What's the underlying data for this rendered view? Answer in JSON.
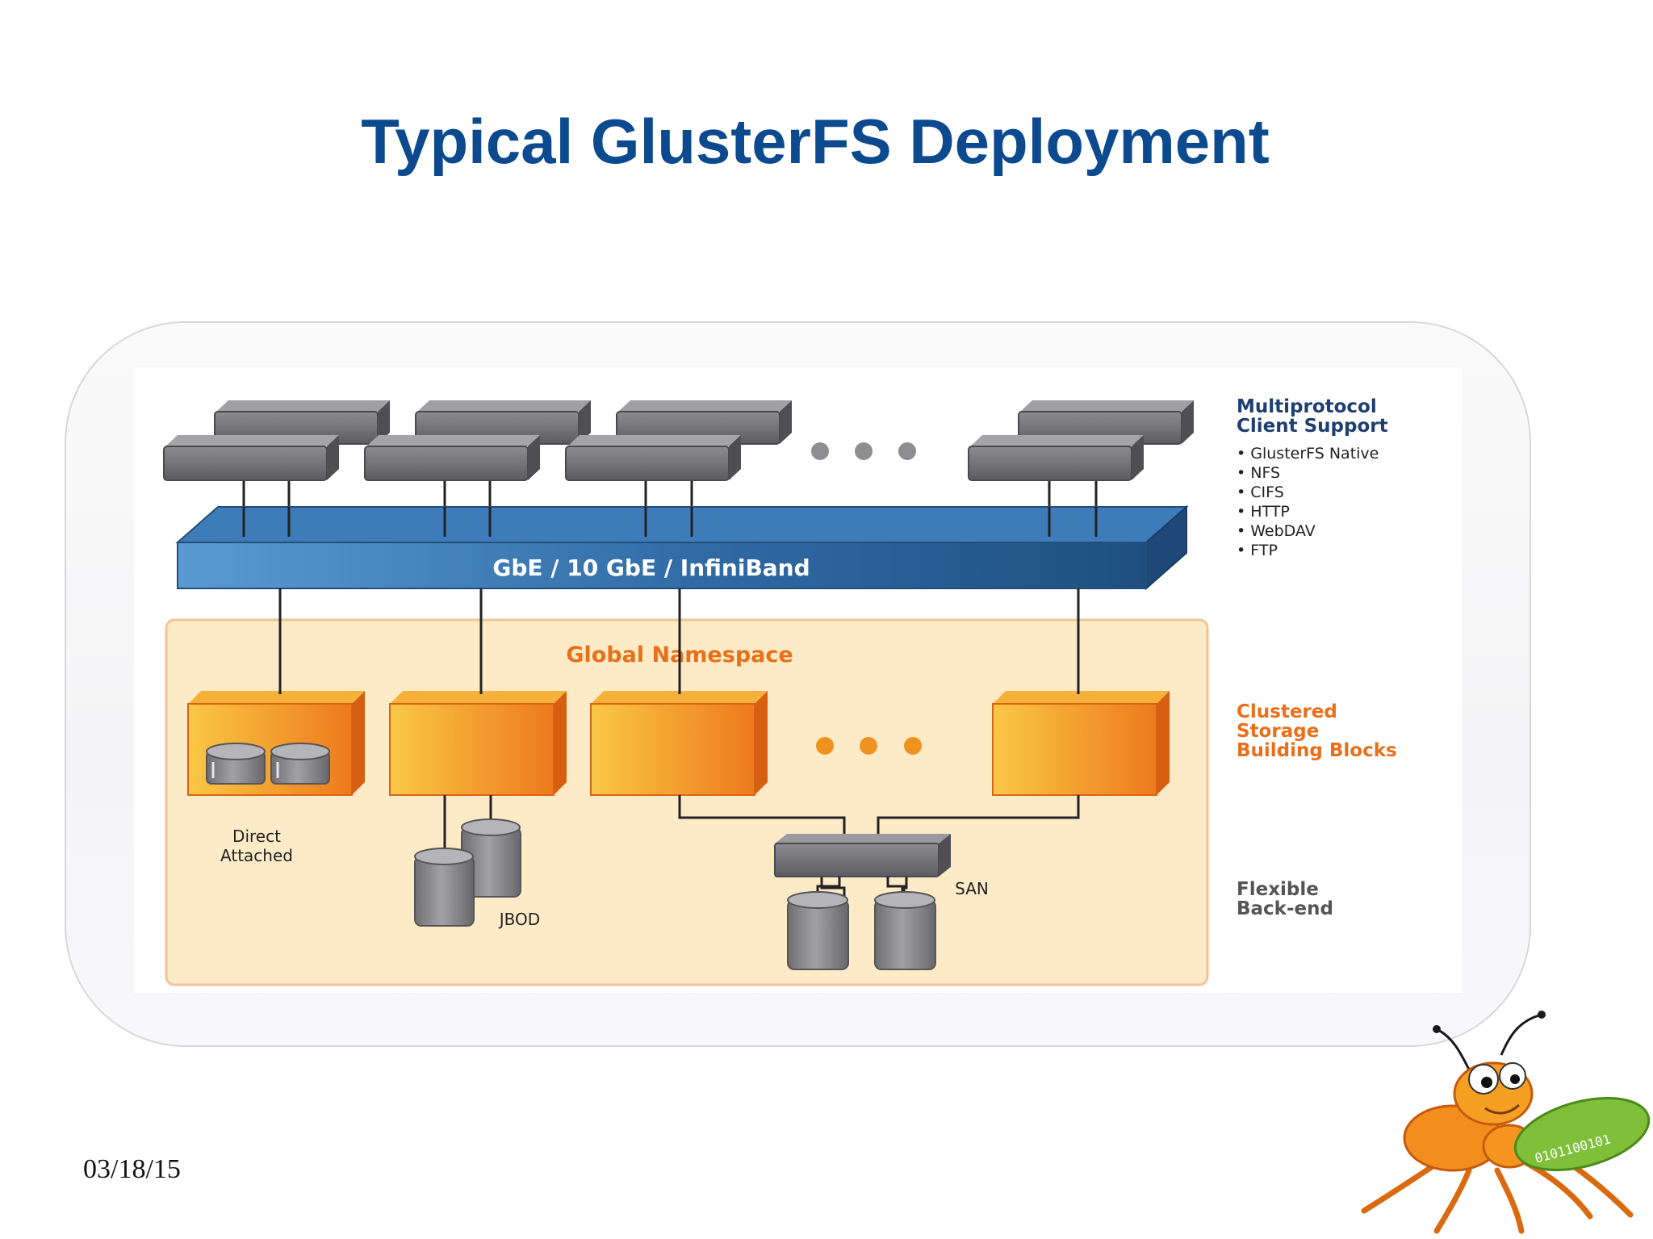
{
  "slide": {
    "title": "Typical GlusterFS Deployment",
    "date": "03/18/15"
  },
  "diagram": {
    "network_label": "GbE / 10 GbE / InfiniBand",
    "namespace_label": "Global Namespace",
    "right_labels": {
      "client_support_line1": "Multiprotocol",
      "client_support_line2": "Client Support",
      "protocols": [
        "GlusterFS Native",
        "NFS",
        "CIFS",
        "HTTP",
        "WebDAV",
        "FTP"
      ],
      "storage_line1": "Clustered",
      "storage_line2": "Storage",
      "storage_line3": "Building Blocks",
      "backend_line1": "Flexible",
      "backend_line2": "Back-end"
    },
    "backends": {
      "direct_line1": "Direct",
      "direct_line2": "Attached",
      "jbod": "JBOD",
      "san": "SAN"
    },
    "mascot_bits": "0101100101",
    "colors": {
      "title_blue": "#0b4a8f",
      "navy_label": "#1f3f72",
      "orange_label": "#e8701a",
      "network_blue": "#3a78b2",
      "namespace_fill": "#fdebc8",
      "namespace_border": "#f2c39a",
      "node_orange": "#f39a26",
      "client_gray": "#6e6e72"
    }
  }
}
